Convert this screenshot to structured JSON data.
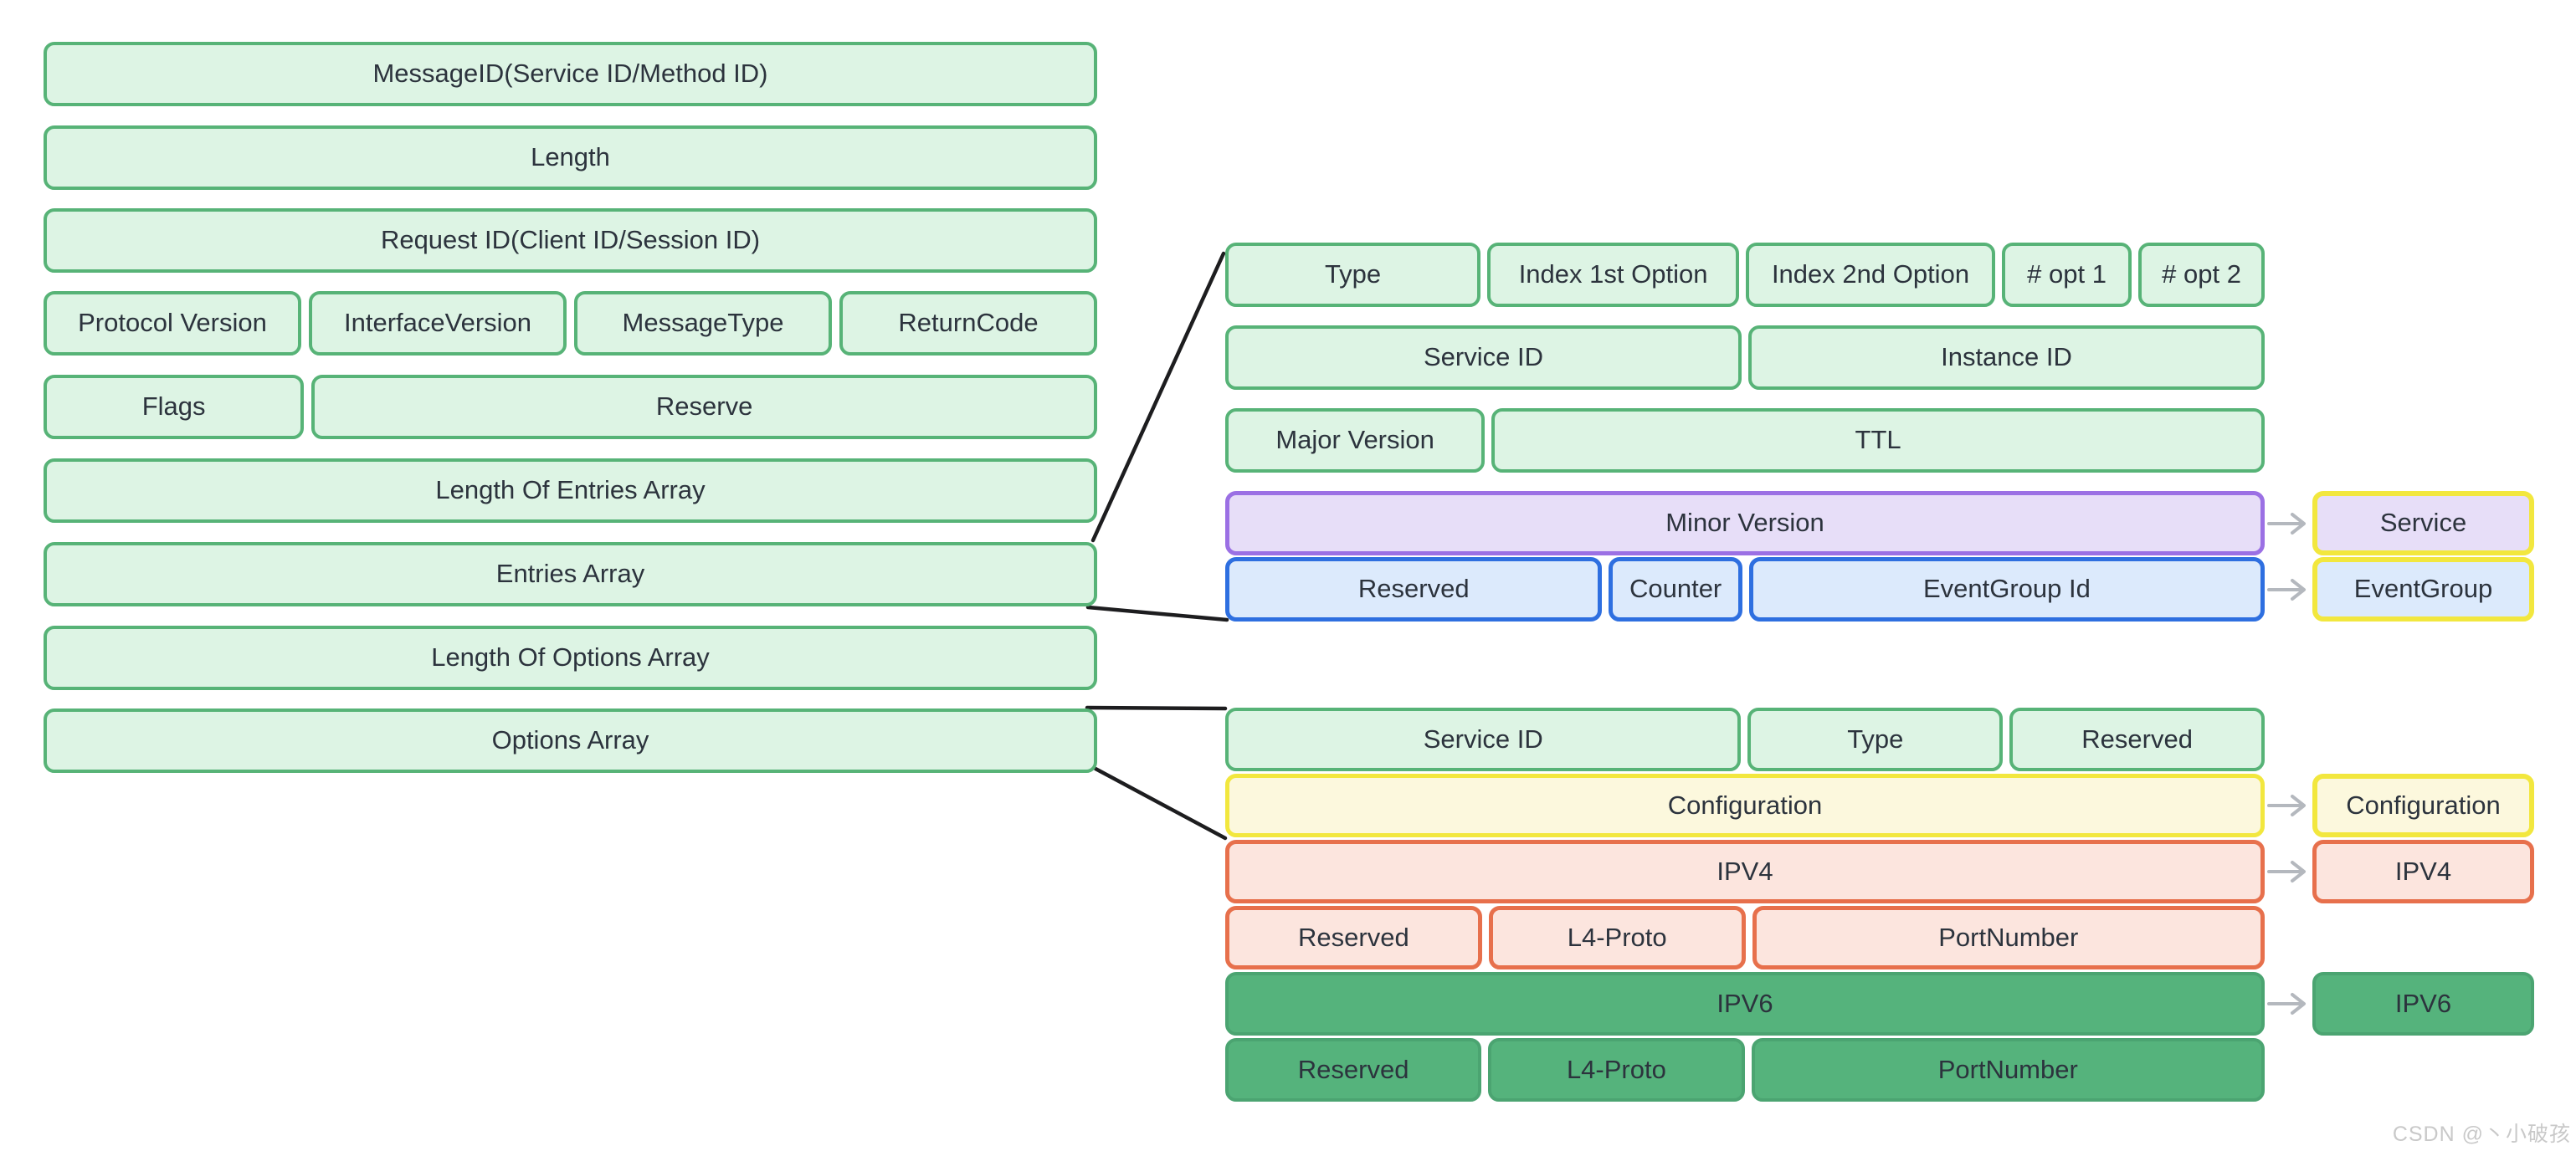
{
  "diagram_title_semantic": "someip-sd-message-structure",
  "left_column": {
    "rows": [
      [
        "MessageID(Service ID/Method ID)"
      ],
      [
        "Length"
      ],
      [
        "Request ID(Client ID/Session ID)"
      ],
      [
        "Protocol Version",
        "InterfaceVersion",
        "MessageType",
        "ReturnCode"
      ],
      [
        "Flags",
        "Reserve"
      ],
      [
        "Length Of Entries Array"
      ],
      [
        "Entries Array"
      ],
      [
        "Length Of Options Array"
      ],
      [
        "Options Array"
      ]
    ]
  },
  "entries_array_detail": {
    "rows": [
      [
        "Type",
        "Index 1st Option",
        "Index 2nd Option",
        "# opt 1",
        "# opt 2"
      ],
      [
        "Service ID",
        "Instance ID"
      ],
      [
        "Major Version",
        "TTL"
      ],
      [
        "Minor Version"
      ],
      [
        "Reserved",
        "Counter",
        "EventGroup Id"
      ]
    ]
  },
  "options_array_detail": {
    "rows": [
      [
        "Service ID",
        "Type",
        "Reserved"
      ],
      [
        "Configuration"
      ],
      [
        "IPV4"
      ],
      [
        "Reserved",
        "L4-Proto",
        "PortNumber"
      ],
      [
        "IPV6"
      ],
      [
        "Reserved",
        "L4-Proto",
        "PortNumber"
      ]
    ]
  },
  "side_labels": {
    "service": "Service",
    "eventgroup": "EventGroup",
    "configuration": "Configuration",
    "ipv4": "IPV4",
    "ipv6": "IPV6"
  },
  "watermark": "CSDN @丶小破孩",
  "colors": {
    "green_fill": "#ddf4e4",
    "green_border": "#57b377",
    "purple_fill": "#e7def8",
    "purple_border": "#9b70e4",
    "blue_fill": "#dceafc",
    "blue_border": "#2e6fe0",
    "yellow_fill": "#fcf8dd",
    "yellow_border": "#f2e73e",
    "pink_fill": "#fce5de",
    "orange_border": "#e7704c",
    "solid_green_fill": "#55b37c",
    "arrow_gray": "#b4b8be",
    "connector_black": "#1d1d1f",
    "text": "#2c333d"
  }
}
